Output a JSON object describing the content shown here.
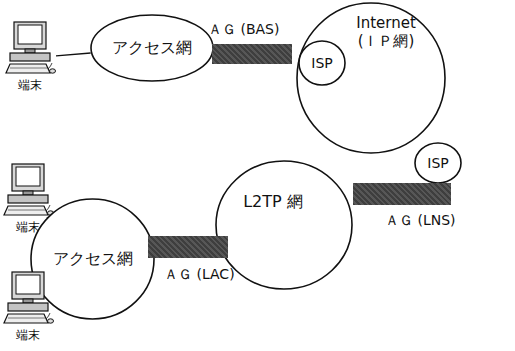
{
  "diagram": {
    "nodes": [
      {
        "text": [
          "端末"
        ]
      },
      {
        "text": [
          "アクセス網"
        ]
      },
      {
        "text": [
          "ＡＧ (BAS)"
        ]
      },
      {
        "text": [
          "Internet (ＩＰ網)"
        ]
      },
      {
        "text": [
          "ISP"
        ],
        "in": 3
      },
      {
        "text": [
          "ISP"
        ],
        "in": 3
      },
      {
        "text": [
          "端末"
        ]
      },
      {
        "text": [
          "アクセス網"
        ]
      },
      {
        "text": [
          "端末"
        ]
      },
      {
        "text": [
          "ＡＧ (LAC)"
        ]
      },
      {
        "text": [
          "L2TP 網"
        ]
      },
      {
        "text": [
          "ＡＧ (LNS)"
        ]
      }
    ],
    "edges": [
      {
        "from": 0,
        "to": 1,
        "arrow": "none"
      },
      {
        "from": 6,
        "to": 7,
        "arrow": "none"
      },
      {
        "from": 8,
        "to": 7,
        "arrow": "none"
      }
    ]
  }
}
